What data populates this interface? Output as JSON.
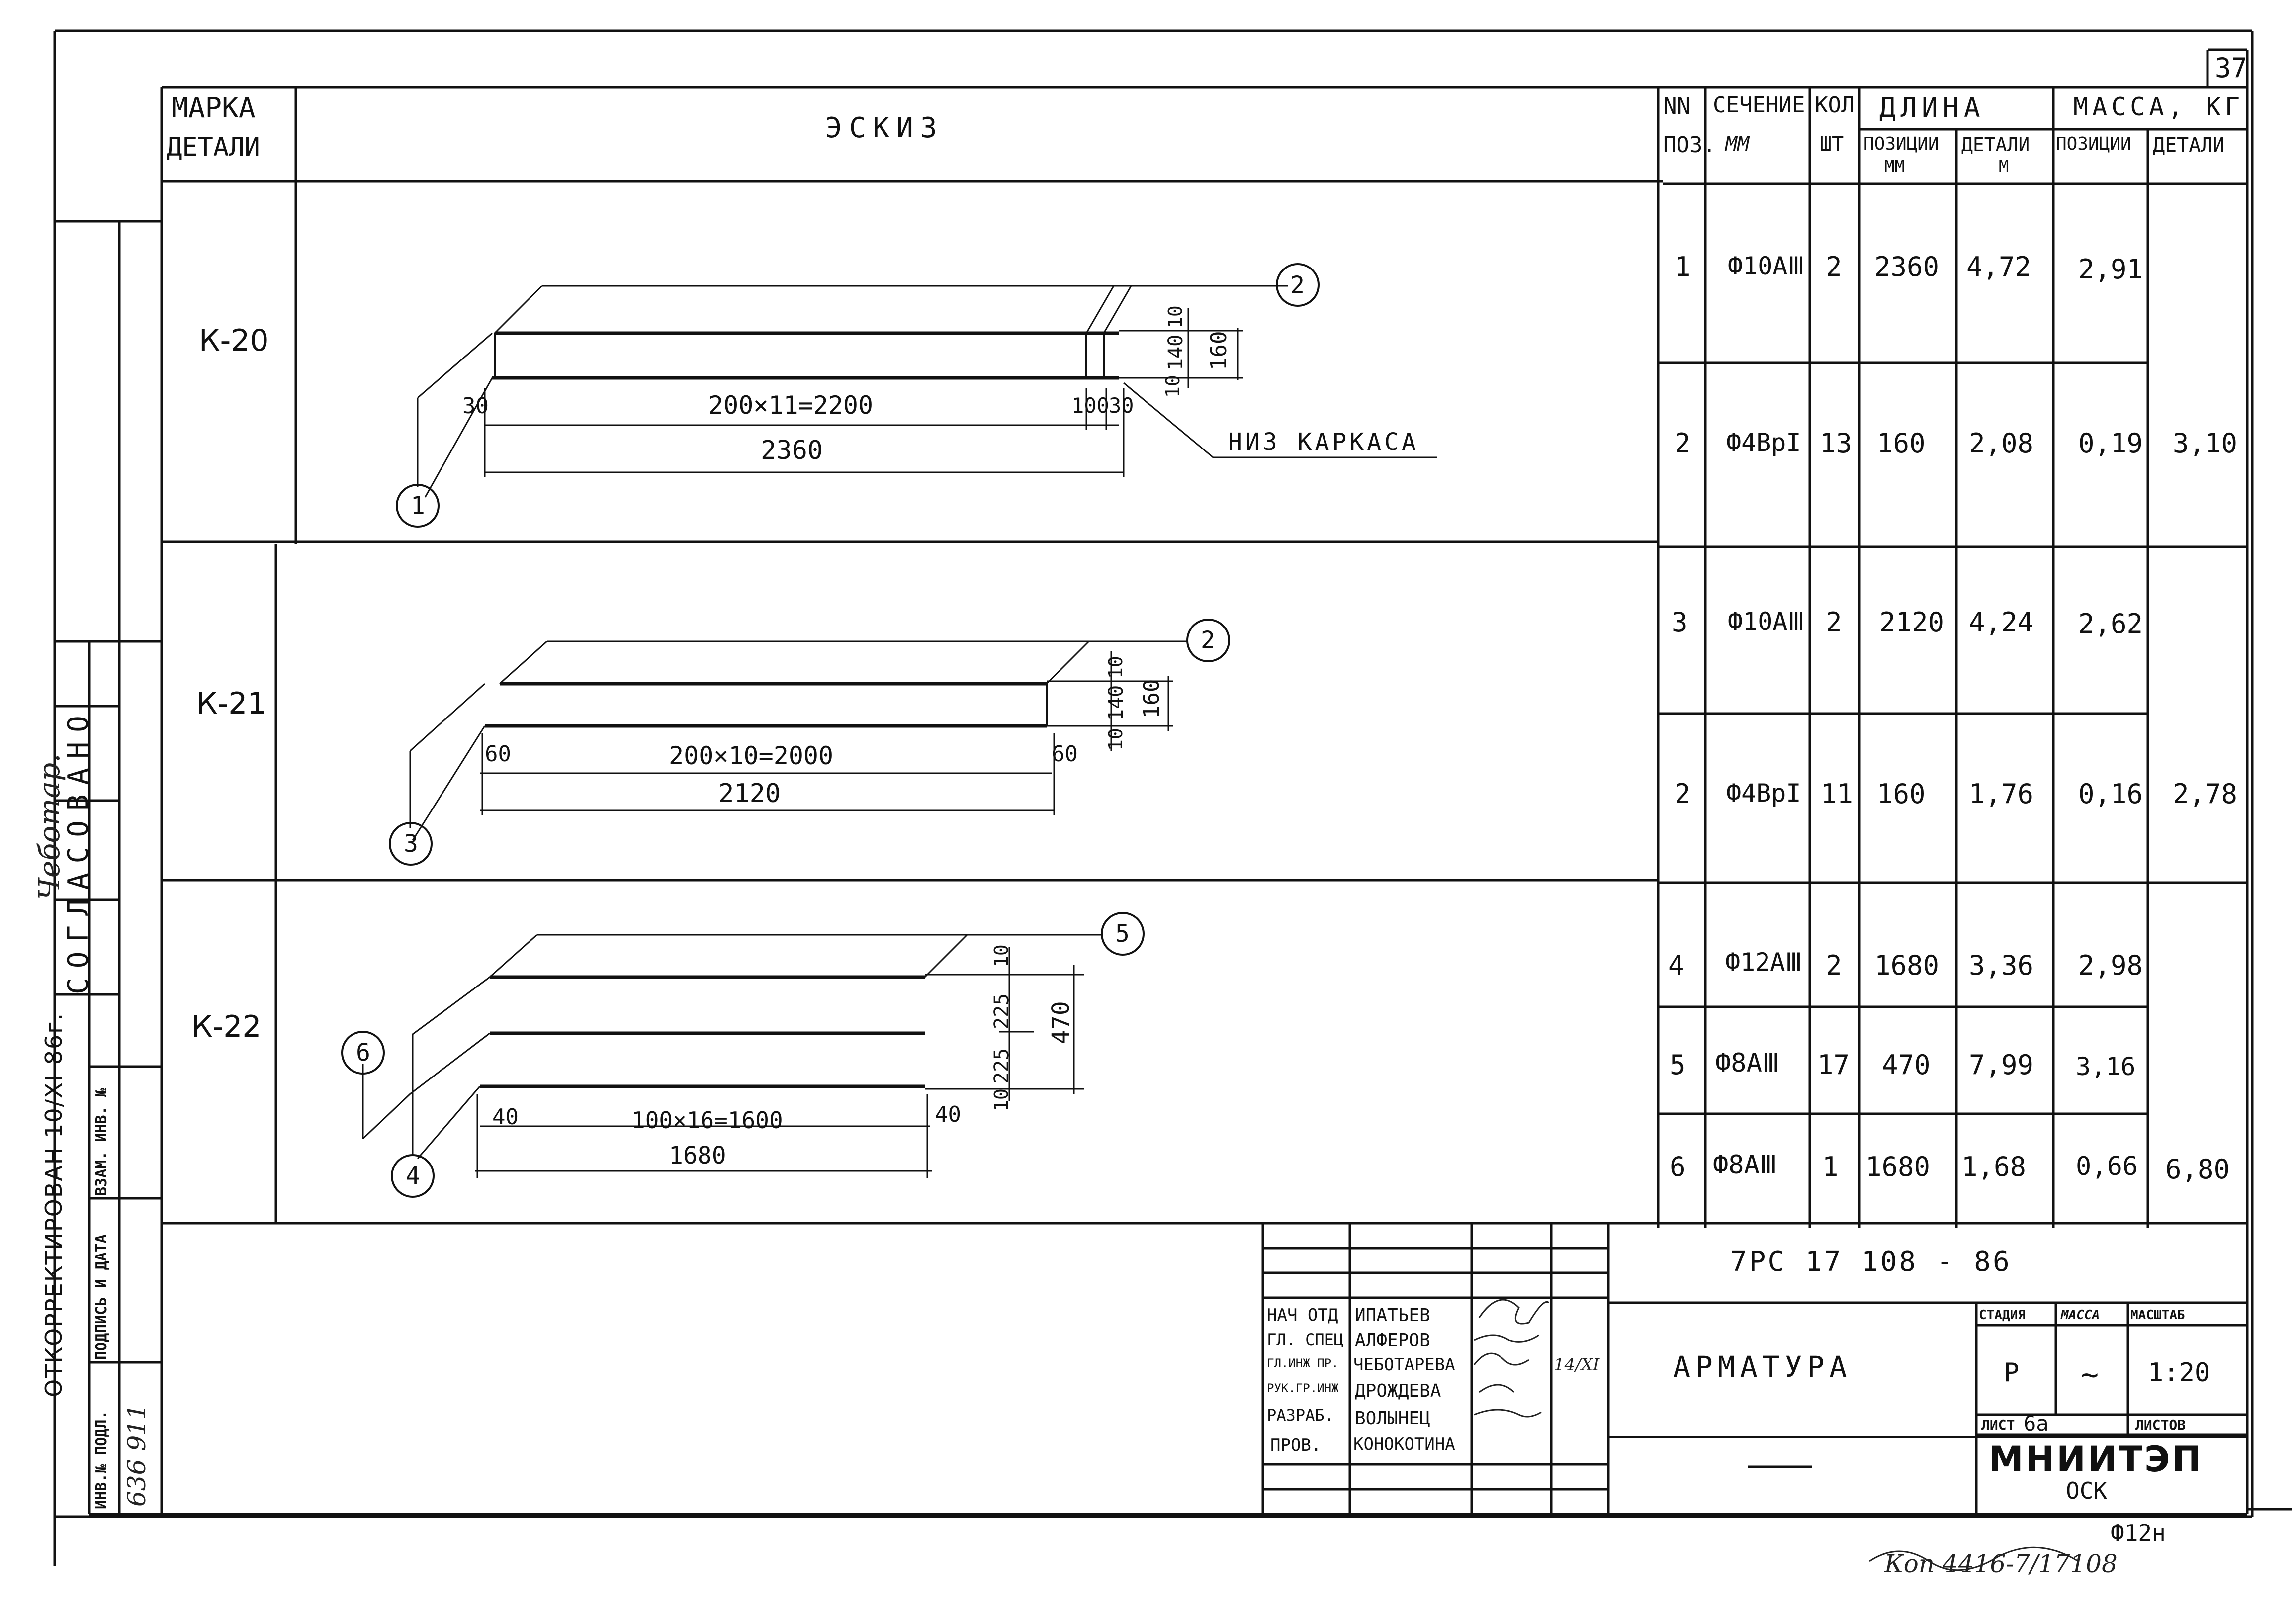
{
  "sheet_number": "37",
  "table": {
    "headers": {
      "mark_1": "МАРКА",
      "mark_2": "ДЕТАЛИ",
      "sketch": "ЭСКИЗ",
      "pos_1": "NN",
      "pos_2": "ПОЗ.",
      "section_1": "СЕЧЕНИЕ",
      "section_2": "ММ",
      "qty_1": "КОЛ",
      "qty_2": "ШТ",
      "length": "ДЛИНА",
      "length_pos_1": "ПОЗИЦИИ",
      "length_pos_2": "ММ",
      "length_det_1": "ДЕТАЛИ",
      "length_det_2": "М",
      "mass": "МАССА, КГ",
      "mass_pos": "ПОЗИЦИИ",
      "mass_det": "ДЕТАЛИ"
    },
    "marks": [
      "К-20",
      "К-21",
      "К-22"
    ],
    "rows": [
      {
        "pos": "1",
        "section": "Ф10АⅢ",
        "qty": "2",
        "len_pos": "2360",
        "len_det": "4,72",
        "mass_pos": "2,91",
        "mass_det": ""
      },
      {
        "pos": "2",
        "section": "Ф4ВрI",
        "qty": "13",
        "len_pos": "160",
        "len_det": "2,08",
        "mass_pos": "0,19",
        "mass_det": "3,10"
      },
      {
        "pos": "3",
        "section": "Ф10АⅢ",
        "qty": "2",
        "len_pos": "2120",
        "len_det": "4,24",
        "mass_pos": "2,62",
        "mass_det": ""
      },
      {
        "pos": "2",
        "section": "Ф4ВрI",
        "qty": "11",
        "len_pos": "160",
        "len_det": "1,76",
        "mass_pos": "0,16",
        "mass_det": "2,78"
      },
      {
        "pos": "4",
        "section": "Ф12АⅢ",
        "qty": "2",
        "len_pos": "1680",
        "len_det": "3,36",
        "mass_pos": "2,98",
        "mass_det": ""
      },
      {
        "pos": "5",
        "section": "Ф8АⅢ",
        "qty": "17",
        "len_pos": "470",
        "len_det": "7,99",
        "mass_pos": "3,16",
        "mass_det": ""
      },
      {
        "pos": "6",
        "section": "Ф8АⅢ",
        "qty": "1",
        "len_pos": "1680",
        "len_det": "1,68",
        "mass_pos": "0,66",
        "mass_det": "6,80"
      }
    ]
  },
  "sketches": {
    "k20": {
      "dim_left": "30",
      "dim_span": "200×11=2200",
      "dim_right_a": "100",
      "dim_right_b": "30",
      "dim_total": "2360",
      "dim_v_top": "10",
      "dim_v_mid": "140",
      "dim_v_bot": "10",
      "dim_v_total": "160",
      "callout_top": "2",
      "callout_bottom": "1",
      "note": "НИЗ КАРКАСА"
    },
    "k21": {
      "dim_left": "60",
      "dim_span": "200×10=2000",
      "dim_right": "60",
      "dim_total": "2120",
      "dim_v_top": "10",
      "dim_v_mid": "140",
      "dim_v_bot": "10",
      "dim_v_total": "160",
      "callout_top": "2",
      "callout_bottom": "3"
    },
    "k22": {
      "dim_left": "40",
      "dim_span": "100×16=1600",
      "dim_right": "40",
      "dim_total": "1680",
      "dim_v_top": "10",
      "dim_v_a": "225",
      "dim_v_b": "225",
      "dim_v_bot": "10",
      "dim_v_total": "470",
      "callout_top": "5",
      "callout_left": "6",
      "callout_bottom": "4"
    }
  },
  "title_block": {
    "doc_code": "7РС 17 108 - 86",
    "title": "АРМАТУРА",
    "stage_label": "СТАДИЯ",
    "mass_label": "МАССА",
    "scale_label": "МАСШТАБ",
    "stage": "Р",
    "mass": "~",
    "scale": "1:20",
    "sheet_label": "ЛИСТ",
    "sheet": "6а",
    "sheets_label": "ЛИСТОВ",
    "org": "МНИИТЭП",
    "org_sub": "ОСК",
    "roles": [
      "НАЧ ОТД",
      "ГЛ. СПЕЦ",
      "ГЛ.ИНЖ ПР.",
      "РУК.ГР.ИНЖ",
      "РАЗРАБ.",
      "ПРОВ."
    ],
    "names": [
      "ИПАТЬЕВ",
      "АЛФЕРОВ",
      "ЧЕБОТАРЕВА",
      "ДРОЖДЕВА",
      "ВОЛЫНЕЦ",
      "КОНОКОТИНА"
    ],
    "date_note": "14/XI"
  },
  "side": {
    "agreed": "СОГЛАСОВАНО",
    "corrected": "ОТКОРРЕКТИРОВАН 10/XI-86г.",
    "signature": "Чеботар.",
    "inv_orig": "ИНВ.№ ПОДЛ.",
    "sign_date": "ПОДПИСЬ И ДАТА",
    "inv_repl": "ВЗАМ. ИНВ. №",
    "inv_number": "636 911"
  },
  "footer": {
    "format": "Ф12н",
    "copy_note": "Коп 4416-7/17108"
  }
}
